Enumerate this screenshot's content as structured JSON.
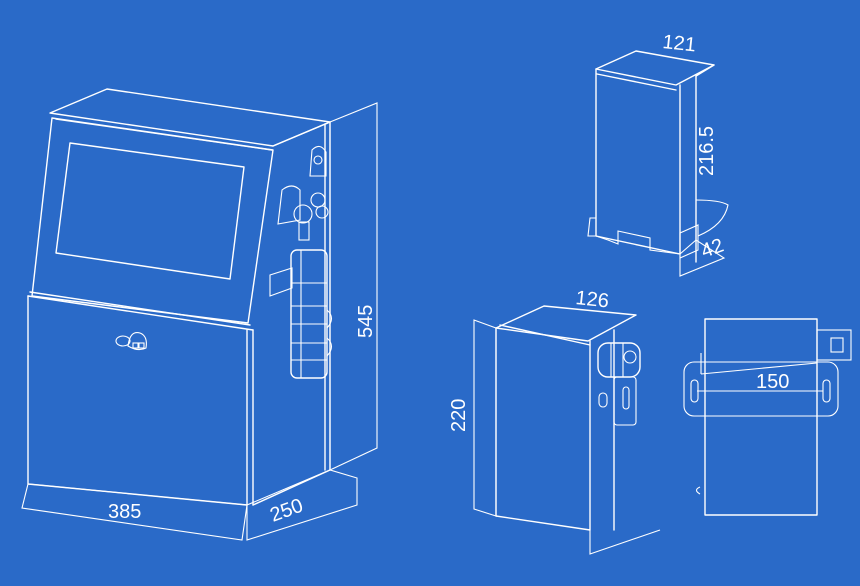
{
  "colors": {
    "background": "#2a6ac8",
    "line": "#ffffff"
  },
  "main_unit": {
    "width_label": "385",
    "depth_label": "250",
    "height_label": "545"
  },
  "ink_cartridge": {
    "width_label": "121",
    "height_label": "216.5",
    "depth_label": "42"
  },
  "side_unit": {
    "width_label": "126",
    "height_label": "220"
  },
  "top_view": {
    "width_label": "150"
  }
}
